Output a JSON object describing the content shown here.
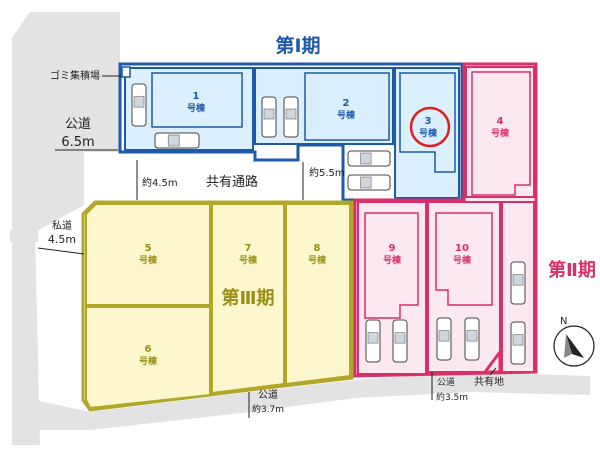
{
  "colors": {
    "road": "#e3e3e3",
    "phase1_stroke": "#1d5aa8",
    "phase1_fill": "#dcefff",
    "phase1_text": "#1d5aa8",
    "phase2_stroke": "#d8306a",
    "phase2_fill": "#fce8f0",
    "phase2_text": "#d8306a",
    "phase3_stroke": "#b2a72a",
    "phase3_fill": "#fcf7cc",
    "phase3_text": "#9a8f16",
    "highlight": "#e0201a"
  },
  "phases": {
    "p1": "第Ⅰ期",
    "p2": "第Ⅱ期",
    "p3": "第Ⅲ期"
  },
  "lot_suffix": "号棟",
  "lots": [
    {
      "id": "1",
      "phase": "1"
    },
    {
      "id": "2",
      "phase": "1"
    },
    {
      "id": "3",
      "phase": "1",
      "highlighted": true
    },
    {
      "id": "4",
      "phase": "2"
    },
    {
      "id": "5",
      "phase": "3"
    },
    {
      "id": "6",
      "phase": "3"
    },
    {
      "id": "7",
      "phase": "3"
    },
    {
      "id": "8",
      "phase": "3"
    },
    {
      "id": "9",
      "phase": "2"
    },
    {
      "id": "10",
      "phase": "2"
    }
  ],
  "labels": {
    "garbage": "ゴミ集積場",
    "road_left_name": "公道",
    "road_left_width": "6.5m",
    "private_road_name": "私道",
    "private_road_width": "4.5m",
    "shared_path": "共有通路",
    "shared_path_w1": "約4.5m",
    "shared_path_w2": "約5.5m",
    "road_bottom_name": "公道",
    "road_bottom_width": "約3.7m",
    "road_bottom2_name": "公道",
    "road_bottom2_width": "約3.5m",
    "shared_land": "共有地",
    "north": "N"
  }
}
